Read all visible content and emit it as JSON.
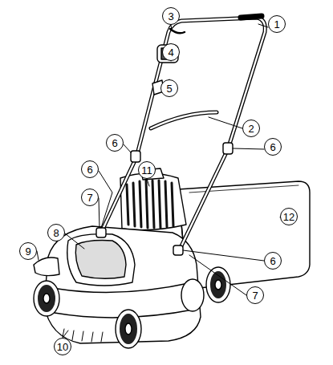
{
  "diagram": {
    "labels": [
      "1",
      "3",
      "4",
      "5",
      "2",
      "6",
      "6",
      "6",
      "11",
      "7",
      "12",
      "8",
      "9",
      "6",
      "7",
      "10"
    ]
  }
}
